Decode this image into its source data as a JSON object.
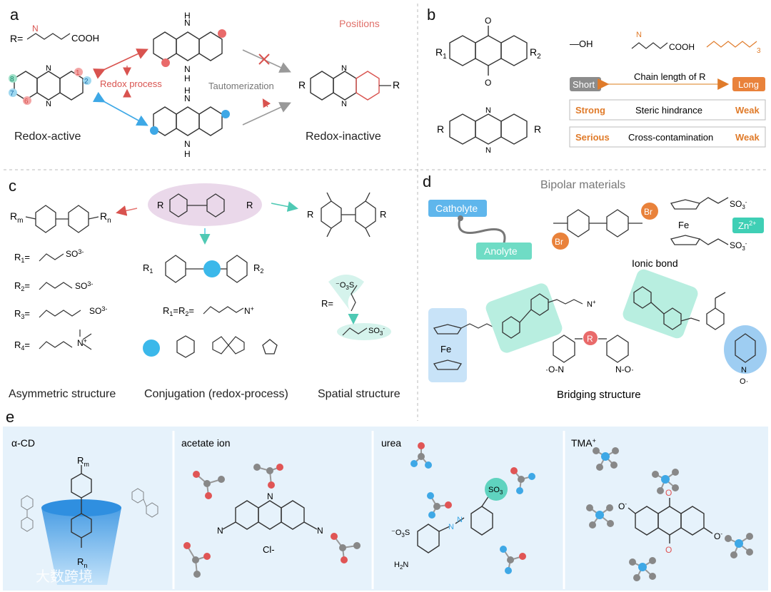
{
  "panel_a": {
    "letter": "a",
    "r_def": "R=",
    "r_group": "COOH",
    "nh": "N",
    "h": "H",
    "positions_title": "Positions",
    "redox_process": "Redox process",
    "tautomerization": "Tautomerization",
    "redox_active": "Redox-active",
    "redox_inactive": "Redox-inactive",
    "pos_numbers": [
      "1",
      "2",
      "6",
      "7",
      "8"
    ],
    "r_label": "R"
  },
  "panel_b": {
    "letter": "b",
    "r1": "R",
    "r1_sub": "1",
    "r2": "R",
    "r2_sub": "2",
    "o": "O",
    "r": "R",
    "n": "N",
    "oh": "—OH",
    "cooh": "COOH",
    "peg_sub": "3",
    "chain_title": "Chain length of R",
    "short": "Short",
    "long": "Long",
    "rows": [
      {
        "left": "Strong",
        "mid": "Steric hindrance",
        "right": "Weak"
      },
      {
        "left": "Serious",
        "mid": "Cross-contamination",
        "right": "Weak"
      }
    ]
  },
  "panel_c": {
    "letter": "c",
    "top_left": "R",
    "top_left_sub_m": "m",
    "top_left_sub_n": "n",
    "center_formula": "R",
    "r_defs": [
      {
        "label": "R",
        "sub": "1",
        "group": "SO",
        "charge": "3-"
      },
      {
        "label": "R",
        "sub": "2",
        "group": "SO",
        "charge": "3-"
      },
      {
        "label": "R",
        "sub": "3",
        "group": "SO",
        "charge": "3-"
      },
      {
        "label": "R",
        "sub": "4",
        "group": "N",
        "charge": "+"
      }
    ],
    "r1r2": "R",
    "r1r2_eq": "=R",
    "rdef_right": "R=",
    "o3s": "O",
    "so3": "SO",
    "asymmetric": "Asymmetric structure",
    "conjugation": "Conjugation (redox-process)",
    "spatial": "Spatial structure"
  },
  "panel_d": {
    "letter": "d",
    "title": "Bipolar materials",
    "catholyte": "Catholyte",
    "anolyte": "Anolyte",
    "br": "Br",
    "fe": "Fe",
    "so3": "SO",
    "zn": "Zn",
    "zn_charge": "2+",
    "ionic_bond": "Ionic bond",
    "bridging": "Bridging structure",
    "r_bridge": "R",
    "n_o": "N",
    "o_dot": "O"
  },
  "panel_e": {
    "letter": "e",
    "boxes": [
      {
        "title": "α-CD"
      },
      {
        "title": "acetate ion"
      },
      {
        "title": "urea"
      },
      {
        "title": "TMA",
        "sup": "+"
      }
    ],
    "r_m": "R",
    "m": "m",
    "r_n": "R",
    "n": "n",
    "cl": "Cl-",
    "o3s": "O",
    "h2n": "H",
    "so3": "SO",
    "o_minus": "O",
    "watermark": "大数跨境"
  },
  "colors": {
    "red": "#d9534f",
    "blue": "#3ea8e6",
    "teal": "#5fd3bf",
    "orange": "#e07b2a",
    "panel_e_bg": "#e6f2fb",
    "ellipse": "#ead8ea",
    "pill_blue": "#7fc3ee"
  }
}
